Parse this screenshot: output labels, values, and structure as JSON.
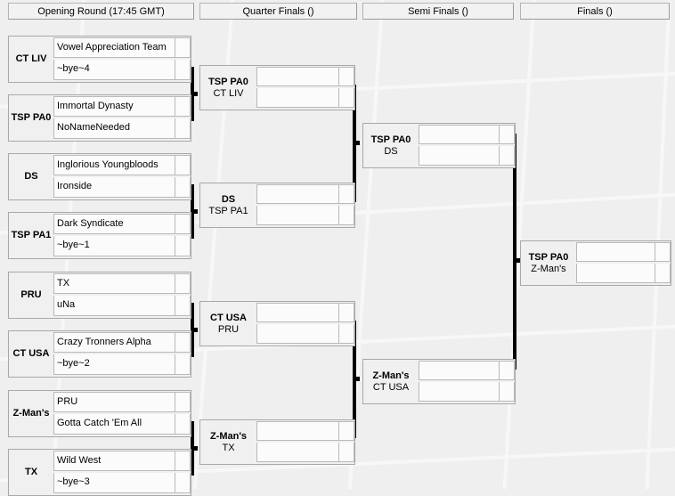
{
  "theme": {
    "page_bg": "#efefef",
    "box_bg": "#f0f0f0",
    "cell_bg": "#fbfbfb",
    "border": "#a8a8a8",
    "cell_border": "#b9b9b9",
    "connector": "#000000",
    "text": "#000000"
  },
  "rounds": [
    {
      "id": "opening-round",
      "label": "Opening Round (17:45 GMT)"
    },
    {
      "id": "quarter-finals",
      "label": "Quarter Finals ()"
    },
    {
      "id": "semi-finals",
      "label": "Semi Finals ()"
    },
    {
      "id": "finals",
      "label": "Finals ()"
    }
  ],
  "matches": {
    "r1": [
      {
        "seed_top": "CT LIV",
        "seed_bottom": "",
        "top": {
          "name": "Vowel Appreciation Team",
          "score": ""
        },
        "bottom": {
          "name": "~bye~4",
          "score": ""
        }
      },
      {
        "seed_top": "TSP PA0",
        "seed_bottom": "",
        "top": {
          "name": "Immortal Dynasty",
          "score": ""
        },
        "bottom": {
          "name": "NoNameNeeded",
          "score": ""
        }
      },
      {
        "seed_top": "DS",
        "seed_bottom": "",
        "top": {
          "name": "Inglorious Youngbloods",
          "score": ""
        },
        "bottom": {
          "name": "Ironside",
          "score": ""
        }
      },
      {
        "seed_top": "TSP PA1",
        "seed_bottom": "",
        "top": {
          "name": "Dark Syndicate",
          "score": ""
        },
        "bottom": {
          "name": "~bye~1",
          "score": ""
        }
      },
      {
        "seed_top": "PRU",
        "seed_bottom": "",
        "top": {
          "name": "TX",
          "score": ""
        },
        "bottom": {
          "name": "uNa",
          "score": ""
        }
      },
      {
        "seed_top": "CT USA",
        "seed_bottom": "",
        "top": {
          "name": "Crazy Tronners Alpha",
          "score": ""
        },
        "bottom": {
          "name": "~bye~2",
          "score": ""
        }
      },
      {
        "seed_top": "Z-Man's",
        "seed_bottom": "",
        "top": {
          "name": "PRU",
          "score": ""
        },
        "bottom": {
          "name": "Gotta Catch 'Em All",
          "score": ""
        }
      },
      {
        "seed_top": "TX",
        "seed_bottom": "",
        "top": {
          "name": "Wild West",
          "score": ""
        },
        "bottom": {
          "name": "~bye~3",
          "score": ""
        }
      }
    ],
    "r2": [
      {
        "seed_top": "TSP PA0",
        "seed_bottom": "CT LIV",
        "top": {
          "name": "",
          "score": ""
        },
        "bottom": {
          "name": "",
          "score": ""
        }
      },
      {
        "seed_top": "DS",
        "seed_bottom": "TSP PA1",
        "top": {
          "name": "",
          "score": ""
        },
        "bottom": {
          "name": "",
          "score": ""
        }
      },
      {
        "seed_top": "CT USA",
        "seed_bottom": "PRU",
        "top": {
          "name": "",
          "score": ""
        },
        "bottom": {
          "name": "",
          "score": ""
        }
      },
      {
        "seed_top": "Z-Man's",
        "seed_bottom": "TX",
        "top": {
          "name": "",
          "score": ""
        },
        "bottom": {
          "name": "",
          "score": ""
        }
      }
    ],
    "r3": [
      {
        "seed_top": "TSP PA0",
        "seed_bottom": "DS",
        "top": {
          "name": "",
          "score": ""
        },
        "bottom": {
          "name": "",
          "score": ""
        }
      },
      {
        "seed_top": "Z-Man's",
        "seed_bottom": "CT USA",
        "top": {
          "name": "",
          "score": ""
        },
        "bottom": {
          "name": "",
          "score": ""
        }
      }
    ],
    "r4": [
      {
        "seed_top": "TSP PA0",
        "seed_bottom": "Z-Man's",
        "top": {
          "name": "",
          "score": ""
        },
        "bottom": {
          "name": "",
          "score": ""
        }
      }
    ]
  }
}
